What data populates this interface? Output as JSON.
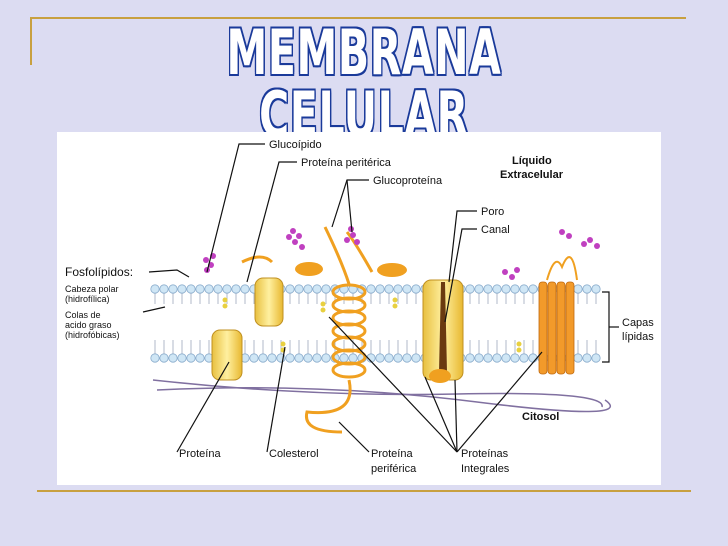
{
  "title": "MEMBRANA CELULAR",
  "colors": {
    "background": "#dcdcf2",
    "title_fill": "#ffffff",
    "title_outline": "#1a3a9a",
    "accent_rule": "#c8a040",
    "protein": "#f0a020",
    "head": "#cfe6f5"
  },
  "diagram": {
    "labels": {
      "glucolipido": "Glucoípido",
      "proteina_periterica": "Proteína peritérica",
      "glucoproteina": "Glucoproteína",
      "liquido_1": "Líquido",
      "liquido_2": "Extracelular",
      "poro": "Poro",
      "canal": "Canal",
      "fosfolipidos": "Fosfolípidos:",
      "cabeza_1": "Cabeza polar",
      "cabeza_2": "(hidrofílica)",
      "colas_1": "Colas de",
      "colas_2": "acido graso",
      "colas_3": "(hidrofóbicas)",
      "capas_1": "Capas",
      "capas_2": "lípidas",
      "citosol": "Citosol",
      "proteina": "Proteína",
      "colesterol": "Colesterol",
      "periferica_1": "Proteína",
      "periferica_2": "periférica",
      "integrales_1": "Proteínas",
      "integrales_2": "Integrales"
    }
  }
}
